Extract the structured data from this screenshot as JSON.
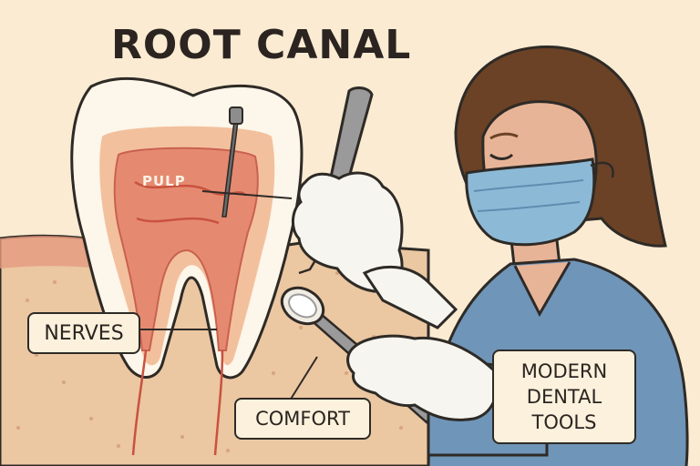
{
  "title": "ROOT CANAL",
  "labels": {
    "pulp": "PULP",
    "nerves": "NERVES",
    "comfort": "COMFORT",
    "tools": "MODERN\nDENTAL\nTOOLS"
  },
  "colors": {
    "background": "#faebd2",
    "gum": "#ebc7a2",
    "enamel": "#fdf6ea",
    "pulp": "#e58a70",
    "nerve": "#d25a48",
    "scrubs": "#6f95b8",
    "mask": "#8cb9d6",
    "hair": "#6b4226",
    "skin": "#e8b497",
    "glove": "#f7f5ef",
    "outline": "#2e2a26"
  }
}
